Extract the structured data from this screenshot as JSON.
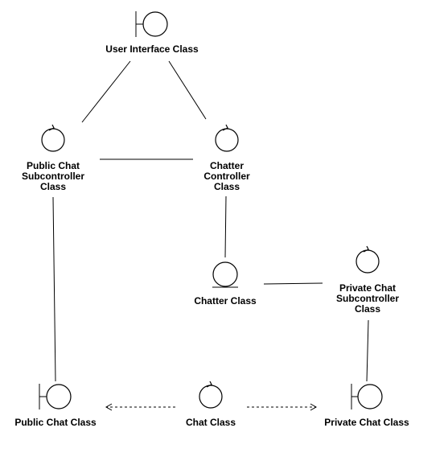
{
  "colors": {
    "stroke": "#000000",
    "background": "#ffffff"
  },
  "nodes": {
    "user_interface": {
      "icon": "boundary-icon",
      "label": [
        "User Interface Class"
      ]
    },
    "public_subcontroller": {
      "icon": "control-icon",
      "label": [
        "Public Chat",
        "Subcontroller",
        "Class"
      ]
    },
    "chatter_controller": {
      "icon": "control-icon",
      "label": [
        "Chatter",
        "Controller",
        "Class"
      ]
    },
    "chatter": {
      "icon": "entity-icon",
      "label": [
        "Chatter Class"
      ]
    },
    "private_subcontroller": {
      "icon": "control-icon",
      "label": [
        "Private Chat",
        "Subcontroller",
        "Class"
      ]
    },
    "public_chat": {
      "icon": "boundary-icon",
      "label": [
        "Public Chat Class"
      ]
    },
    "chat": {
      "icon": "control-icon",
      "label": [
        "Chat Class"
      ]
    },
    "private_chat": {
      "icon": "boundary-icon",
      "label": [
        "Private Chat Class"
      ]
    }
  },
  "edges": [
    {
      "from": "user_interface",
      "to": "public_subcontroller",
      "style": "solid"
    },
    {
      "from": "user_interface",
      "to": "chatter_controller",
      "style": "solid"
    },
    {
      "from": "public_subcontroller",
      "to": "chatter_controller",
      "style": "solid"
    },
    {
      "from": "chatter_controller",
      "to": "chatter",
      "style": "solid"
    },
    {
      "from": "chatter",
      "to": "private_subcontroller",
      "style": "solid"
    },
    {
      "from": "public_subcontroller",
      "to": "public_chat",
      "style": "solid"
    },
    {
      "from": "private_subcontroller",
      "to": "private_chat",
      "style": "solid"
    },
    {
      "from": "chat",
      "to": "public_chat",
      "style": "dashed-arrow"
    },
    {
      "from": "chat",
      "to": "private_chat",
      "style": "dashed-arrow"
    }
  ]
}
